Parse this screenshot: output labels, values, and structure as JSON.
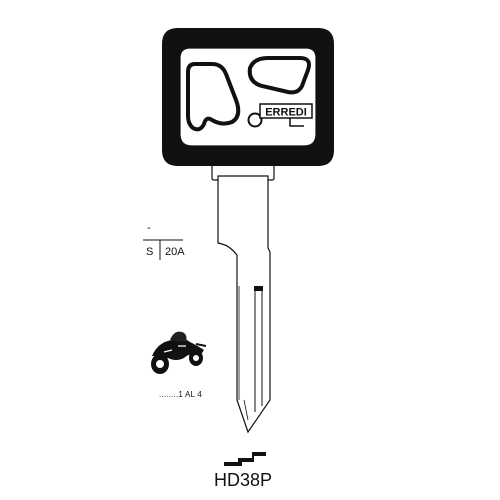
{
  "brand": {
    "logo_text": "ERREDI"
  },
  "spec": {
    "top_mark": "-",
    "side_left": "S",
    "side_right": "20A",
    "range": "........1 AL 4"
  },
  "product": {
    "model": "HD38P"
  },
  "icons": {
    "vehicle": "motorcycle-icon",
    "profile": "key-profile-icon"
  },
  "colors": {
    "ink": "#111111",
    "background": "#ffffff"
  }
}
